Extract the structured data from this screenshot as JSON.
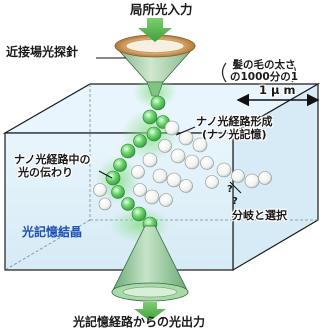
{
  "labels": {
    "top_input": "局所光入力",
    "probe": "近接場光探針",
    "hair_fraction_line1": "髪の毛の太さ",
    "hair_fraction_line2": "の1000分の1",
    "scale": "1 μ m",
    "path_formation_line1": "ナノ光経路形成",
    "path_formation_line2": "(ナノ光記憶)",
    "propagation_line1": "ナノ光経路中の",
    "propagation_line2": "光の伝わり",
    "branch_select": "分岐と選択",
    "crystal": "光記憶結晶",
    "bottom_output": "光記憶経路からの光出力"
  },
  "glyphs": {
    "question_1": "?",
    "question_2": "?"
  },
  "colors": {
    "crystal_face": "#d9eef8",
    "crystal_edge": "#1b1b1b",
    "cone_fill": "#9fc9a0",
    "cone_rim": "#d6a060",
    "arrow_green": "#5ab84f",
    "sphere_bright": "#5fcf5f",
    "sphere_white": "#f7f7f7",
    "crystal_label": "#1a50b5"
  }
}
